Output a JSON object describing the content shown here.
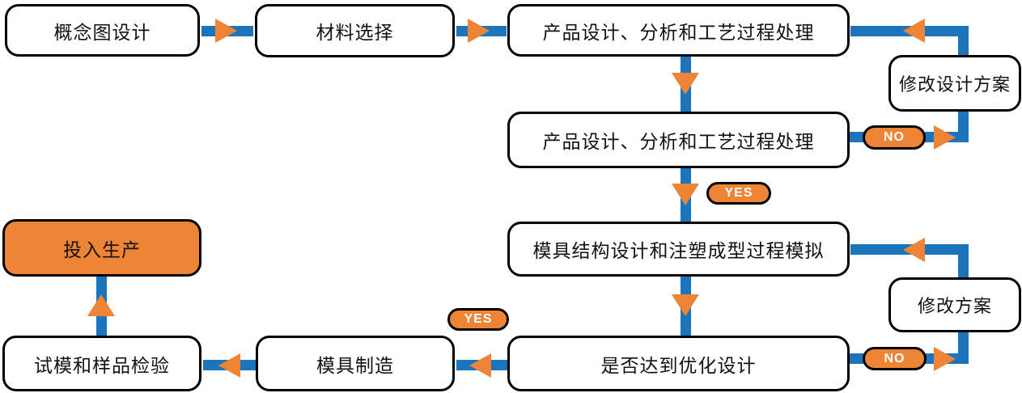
{
  "diagram": {
    "nodes": {
      "concept": "概念图设计",
      "material": "材料选择",
      "product_process_top": "产品设计、分析和工艺过程处理",
      "modify_design_plan": "修改设计方案",
      "product_process_review": "产品设计、分析和工艺过程处理",
      "mold_structure_sim": "模具结构设计和注塑成型过程模拟",
      "modify_plan": "修改方案",
      "optimization_check": "是否达到优化设计",
      "mold_manufacturing": "模具制造",
      "trial_and_inspection": "试模和样品检验",
      "production": "投入生产"
    },
    "badges": {
      "no_upper": "NO",
      "yes_upper": "YES",
      "yes_lower": "YES",
      "no_lower": "NO"
    },
    "colors": {
      "connector_blue": "#1C75BC",
      "accent_orange": "#EE8435",
      "box_border": "#000000",
      "box_fill": "#FFFFFF",
      "badge_text": "#FFFFFF",
      "label_text": "#111111"
    }
  }
}
